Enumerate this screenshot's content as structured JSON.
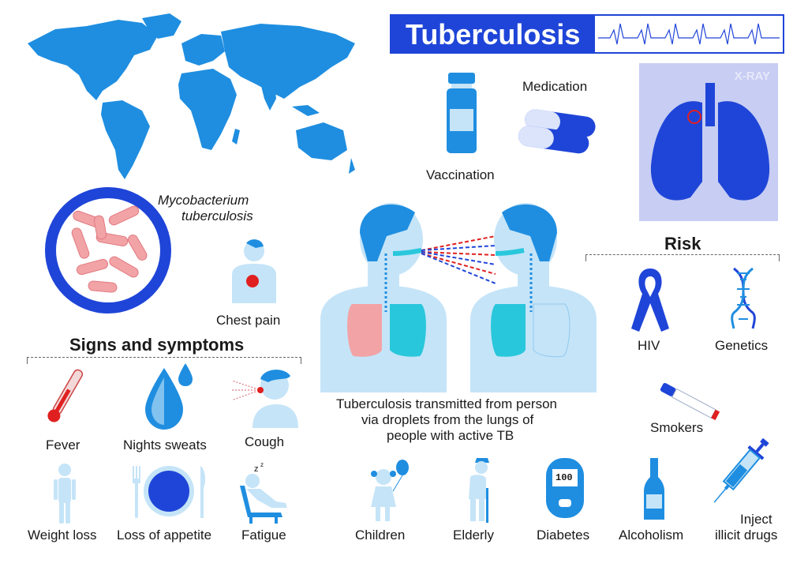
{
  "title": "Tuberculosis",
  "xray_label": "X-RAY",
  "medication_label": "Medication",
  "vaccination_label": "Vaccination",
  "bacterium_label_line1": "Mycobacterium",
  "bacterium_label_line2": "tuberculosis",
  "chest_pain_label": "Chest pain",
  "signs_title": "Signs and symptoms",
  "symptoms": {
    "fever": "Fever",
    "night_sweats": "Nights sweats",
    "cough": "Cough",
    "weight_loss": "Weight loss",
    "loss_appetite": "Loss of appetite",
    "fatigue": "Fatigue"
  },
  "transmission_line1": "Tuberculosis transmitted from person",
  "transmission_line2": "via droplets from the lungs of",
  "transmission_line3": "people with active TB",
  "risk_title": "Risk",
  "risks": {
    "hiv": "HIV",
    "genetics": "Genetics",
    "smokers": "Smokers",
    "children": "Children",
    "elderly": "Elderly",
    "diabetes": "Diabetes",
    "alcoholism": "Alcoholism",
    "inject_line1": "Inject",
    "inject_line2": "illicit drugs"
  },
  "glucometer_reading": "100",
  "colors": {
    "brand_blue": "#1f45d8",
    "map_blue": "#1f8ee0",
    "light_blue": "#c5e4f8",
    "cyan": "#29c7dc",
    "pink": "#f2a3a6",
    "red": "#e02020"
  }
}
